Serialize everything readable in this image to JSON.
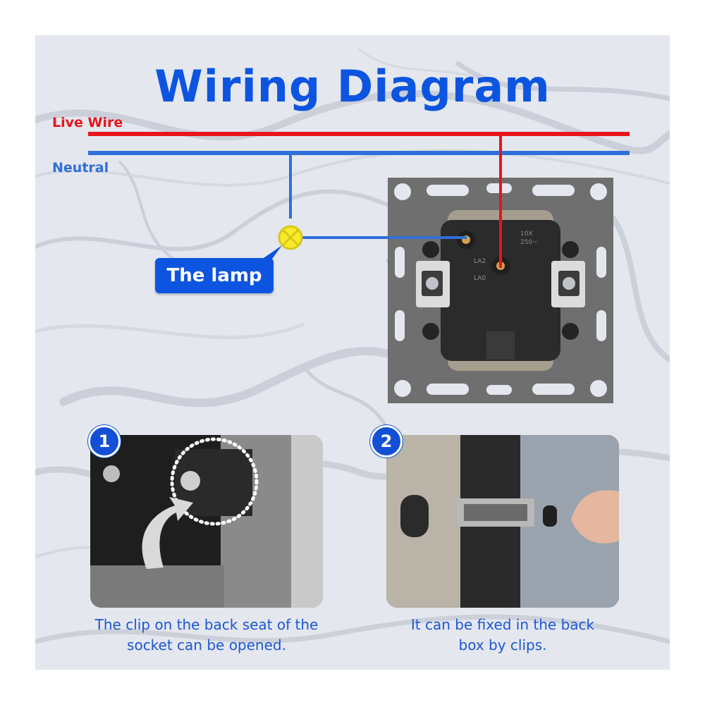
{
  "title": "Wiring Diagram",
  "wires": {
    "live_label": "Live Wire",
    "neutral_label": "Neutral",
    "live_color": "#e8141c",
    "neutral_color": "#2f6fd8"
  },
  "lamp": {
    "label": "The lamp",
    "box_color": "#0d55e0",
    "bulb_color": "#f7ea2a",
    "icon": "lamp-icon"
  },
  "socket": {
    "terminal_marks": [
      "LA2",
      "LA0"
    ],
    "rating": [
      "10X",
      "250~"
    ]
  },
  "steps": [
    {
      "number": "1",
      "caption": "The clip on the back seat of the socket can be opened.",
      "icon": "curved-arrow-icon"
    },
    {
      "number": "2",
      "caption": "It can be fixed in the back box by clips.",
      "icon": "finger-icon"
    }
  ],
  "colors": {
    "title": "#0d55e0",
    "caption": "#1c57d6",
    "badge": "#1450d6",
    "background": "#e4e7ee",
    "plate": "#6f6f6f",
    "socket_body": "#2b2b2b"
  }
}
